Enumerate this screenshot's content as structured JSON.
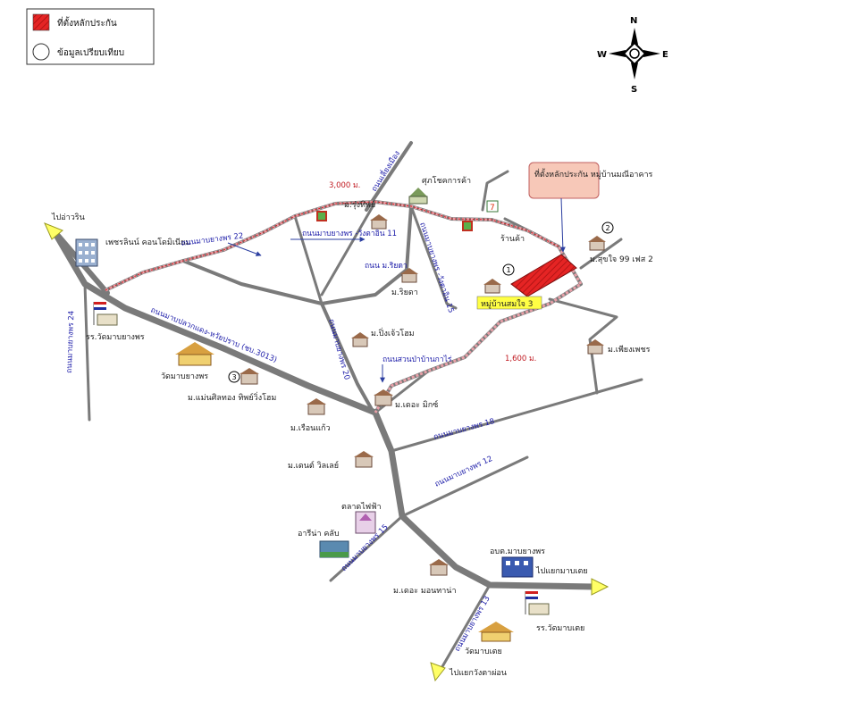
{
  "legend": {
    "site_label": "ที่ตั้งหลักประกัน",
    "reference_label": "ข้อมูลเปรียบเทียบ"
  },
  "compass": {
    "n": "N",
    "s": "S",
    "e": "E",
    "w": "W"
  },
  "callout": "ที่ตั้งหลักประกัน หมู่บ้านมณีอาคาร",
  "site_label": "หมู่บ้านสมใจ 3",
  "distances": {
    "d1": "3,000 ม.",
    "d2": "1,600 ม."
  },
  "markers": {
    "m1": "1",
    "m2": "2",
    "m3": "3"
  },
  "places": {
    "pochuin": "ไปอ่าวริน",
    "petch_condo": "เพชรลินน์ คอนโดมิเนียม",
    "rung_tip": "ม.รุ่งทิพย์",
    "supercenter": "ศุภโชคการค้า",
    "seven_eleven_shop": "ร้านค้า",
    "siphaya": "ม.ริยดา",
    "somjai_phase2": "ม.สุขใจ 99 เฟส 2",
    "school": "รร.วัดมาบยางพร",
    "temple": "วัดมาบยางพร",
    "baan_thong": "ม.แม่นศิลทอง ทิพย์วิ่งโฮม",
    "pink_home": "ม.ปิ่งเจ้วโฮม",
    "phiangphen": "ม.เพียงเพชร",
    "rerun_kaew": "ม.เรือนแก้ว",
    "the_mix": "ม.เดอะ มิกซ์",
    "dent_village": "ม.เดนต์ วิลเลย์",
    "market": "ตลาดไฟฟ้า",
    "gas": "อารีน่า คลับ",
    "office": "อบต.มาบยางพร",
    "to_pluak_daeng": "ไปแยกมาบเตย",
    "monthana": "ม.เดอะ มอนทาน่า",
    "school2": "รร.วัดมาบเตย",
    "temple2": "วัดมาบเตย",
    "to_wang_hin": "ไปแยกวังตาผ่อน"
  },
  "roads": {
    "r22": "ถนนมาบยางพร 22",
    "r11": "ถนนมาบยางพร -วังตาอิน 11",
    "r_north": "ถนนเลี่ยงเมือง",
    "r_kao": "ถนน ม.ริยดา",
    "r15": "ถนนมาบยางพร -วังตาอิน 15",
    "r24": "ถนนมาบยางพร 24",
    "r_main": "ถนนมาบปลวกแดง-หวัยปราบ (ชบ.3013)",
    "r20": "ถนนมาบยางพร 20",
    "r_suan": "ถนนสวนป่าบ้านกาไร่",
    "r18": "ถนนมาบยางพร 18",
    "r12": "ถนนมาบยางพร 12",
    "r15b": "ถนนมาบยางพร 15",
    "r13": "ถนนมาบยางพร 13"
  }
}
